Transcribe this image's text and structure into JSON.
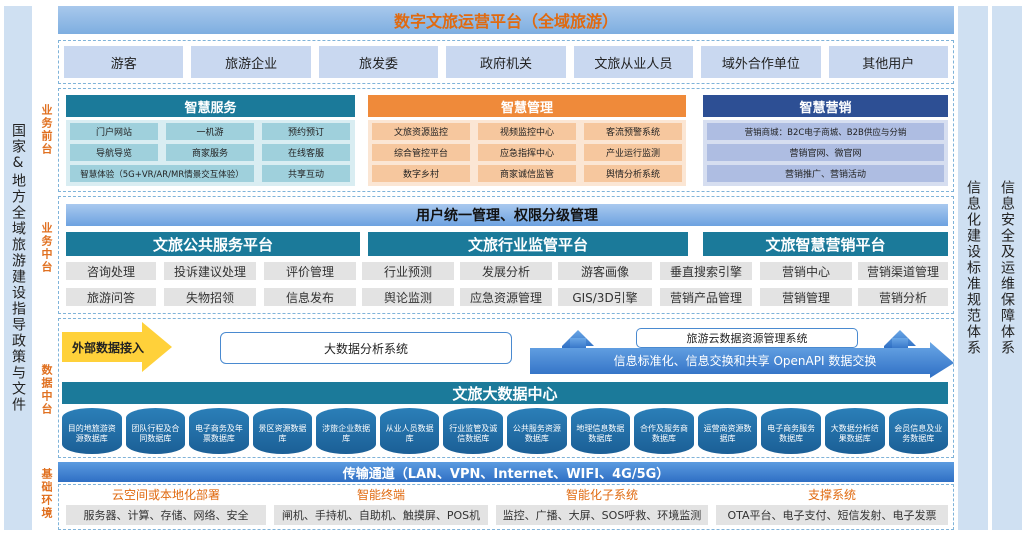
{
  "left_column": "国家&地方全域旅游建设指导政策与文件",
  "right_columns": [
    "信息化建设标准规范体系",
    "信息安全及运维保障体系"
  ],
  "title": "数字文旅运营平台（全域旅游）",
  "users": [
    "游客",
    "旅游企业",
    "旅发委",
    "政府机关",
    "文旅从业人员",
    "域外合作单位",
    "其他用户"
  ],
  "row_labels": {
    "front": "业务前台",
    "middle": "业务中台",
    "data": "数据中台",
    "base": "基础环境"
  },
  "smart_service": {
    "title": "智慧服务",
    "items": [
      "门户网站",
      "一机游",
      "预约预订",
      "导航导览",
      "商家服务",
      "在线客服",
      "智慧体验（5G+VR/AR/MR情景交互体验）",
      "共享互动"
    ]
  },
  "smart_mgmt": {
    "title": "智慧管理",
    "items": [
      "文旅资源监控",
      "视频监控中心",
      "客流预警系统",
      "综合管控平台",
      "应急指挥中心",
      "产业运行监测",
      "数字乡村",
      "商家诚信监管",
      "舆情分析系统"
    ]
  },
  "smart_marketing": {
    "title": "智慧营销",
    "items": [
      "营销商城：B2C电子商城、B2B供应与分销",
      "营销官网、微官网",
      "营销推广、营销活动"
    ]
  },
  "user_mgmt": "用户统一管理、权限分级管理",
  "platforms": [
    {
      "title": "文旅公共服务平台",
      "items": [
        "咨询处理",
        "投诉建议处理",
        "评价管理",
        "旅游问答",
        "失物招领",
        "信息发布"
      ]
    },
    {
      "title": "文旅行业监管平台",
      "items": [
        "行业预测",
        "发展分析",
        "游客画像",
        "舆论监测",
        "应急资源管理",
        "GIS/3D引擎"
      ]
    },
    {
      "title": "文旅智慧营销平台",
      "items": [
        "垂直搜索引擎",
        "营销中心",
        "营销渠道管理",
        "营销产品管理",
        "营销管理",
        "营销分析"
      ]
    }
  ],
  "external": "外部数据接入",
  "bigdata_sys": "大数据分析系统",
  "cloud_sys": "旅游云数据资源管理系统",
  "openapi": "信息标准化、信息交换和共享 OpenAPI 数据交换",
  "data_center": "文旅大数据中心",
  "databases": [
    "目的地旅游资源数据库",
    "团队行程及合同数据库",
    "电子商务及年票数据库",
    "景区资源数据库",
    "涉旅企业数据库",
    "从业人员数据库",
    "行业监管及诚信数据库",
    "公共服务资源数据库",
    "地理信息数据数据库",
    "合作及服务商数据库",
    "运营商资源数据库",
    "电子商务服务数据库",
    "大数据分析结果数据库",
    "会员信息及业务数据库"
  ],
  "transport": "传输通道（LAN、VPN、Internet、WIFI、4G/5G）",
  "base": [
    {
      "title": "云空间或本地化部署",
      "items": "服务器、计算、存储、网络、安全"
    },
    {
      "title": "智能终端",
      "items": "闸机、手持机、自助机、触摸屏、POS机"
    },
    {
      "title": "智能化子系统",
      "items": "监控、广播、大屏、SOS呼救、环境监测"
    },
    {
      "title": "支撑系统",
      "items": "OTA平台、电子支付、短信发射、电子发票"
    }
  ],
  "colors": {
    "blue": "#2f6fc4",
    "teal": "#1b7a9a",
    "orange": "#ef8a3a",
    "navy": "#2d4f94"
  }
}
